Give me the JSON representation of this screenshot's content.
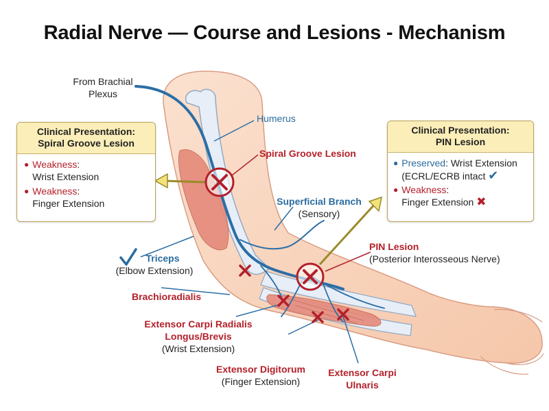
{
  "title": "Radial Nerve — Course and Lesions - Mechanism",
  "labels": {
    "from_brachial_line1": "From Brachial",
    "from_brachial_line2": "Plexus",
    "humerus": "Humerus",
    "spiral_groove_lesion": "Spiral Groove Lesion",
    "superficial_branch": "Superficial Branch",
    "superficial_branch_sub": "(Sensory)",
    "pin_lesion": "PIN Lesion",
    "pin_lesion_sub": "(Posterior Interosseous Nerve)",
    "triceps": "Triceps",
    "triceps_sub": "(Elbow Extension)",
    "brachioradialis": "Brachioradialis",
    "ecrl_line1": "Extensor Carpi Radialis",
    "ecrl_line2": "Longus/Brevis",
    "ecrl_sub": "(Wrist Extension)",
    "ed": "Extensor Digitorum",
    "ed_sub": "(Finger Extension)",
    "ecu_line1": "Extensor Carpi",
    "ecu_line2": "Ulnaris"
  },
  "spiral_box": {
    "title_line1": "Clinical Presentation:",
    "title_line2": "Spiral Groove Lesion",
    "item1_key": "Weakness",
    "item1_rest": ":",
    "item1_line2": "Wrist Extension",
    "item2_key": "Weakness",
    "item2_rest": ":",
    "item2_line2": "Finger Extension"
  },
  "pin_box": {
    "title_line1": "Clinical Presentation:",
    "title_line2": "PIN Lesion",
    "item1_key": "Preserved",
    "item1_rest": ": Wrist Extension",
    "item1_line2": "(ECRL/ECRB intact",
    "item2_key": "Weakness",
    "item2_rest": ":",
    "item2_line2": "Finger Extension"
  },
  "colors": {
    "nerve": "#2b6ea6",
    "lesion_red": "#b3202a",
    "skin": "#f7d2b8",
    "skin_outline": "#d99c83",
    "muscle": "#e58a7a",
    "bone": "#e7eef7",
    "box_header": "#fbeeb8"
  },
  "icons": [
    "hand-drop-icon",
    "hand-extended-icon",
    "lesion-x-icon",
    "check-icon"
  ]
}
